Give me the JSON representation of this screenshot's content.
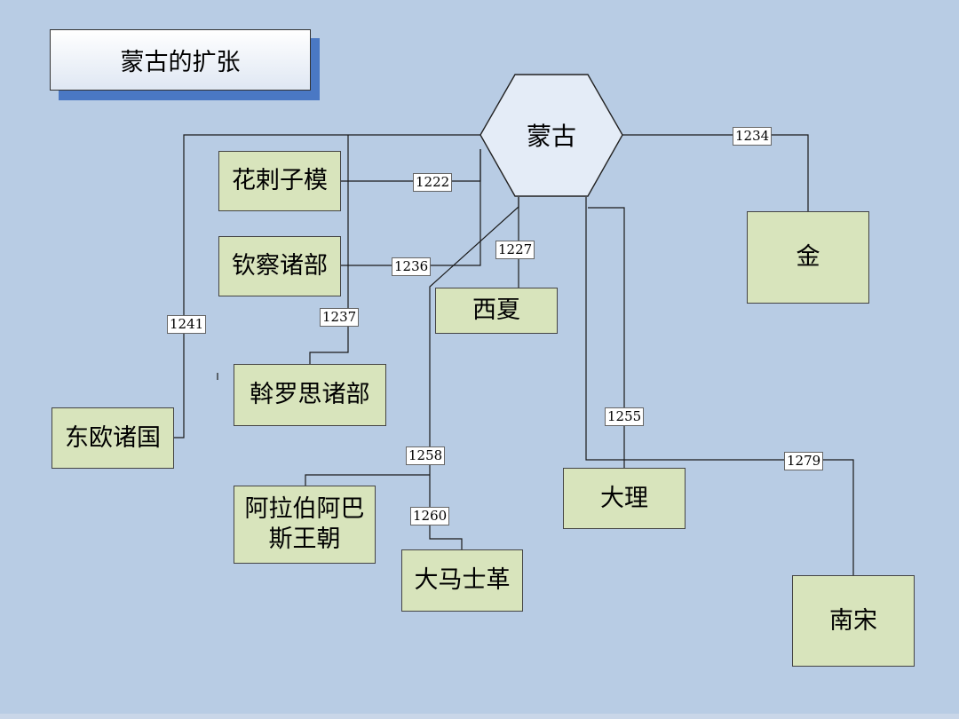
{
  "title": "蒙古的扩张",
  "center": "蒙古",
  "nodes": {
    "huarazim": "花剌子模",
    "qincha": "钦察诸部",
    "xixia": "西夏",
    "jin": "金",
    "eluosi": "斡罗思诸部",
    "eastern_europe": "东欧诸国",
    "abbasid_line1": "阿拉伯阿巴",
    "abbasid_line2": "斯王朝",
    "damascus": "大马士革",
    "dali": "大理",
    "southern_song": "南宋"
  },
  "years": {
    "y1222": "1222",
    "y1227": "1227",
    "y1234": "1234",
    "y1236": "1236",
    "y1237": "1237",
    "y1241": "1241",
    "y1255": "1255",
    "y1258": "1258",
    "y1260": "1260",
    "y1279": "1279"
  },
  "colors": {
    "background": "#b8cce4",
    "node_fill": "#d8e4bc",
    "hexagon_fill": "#e4ecf7",
    "title_shadow": "#4a78c4"
  }
}
